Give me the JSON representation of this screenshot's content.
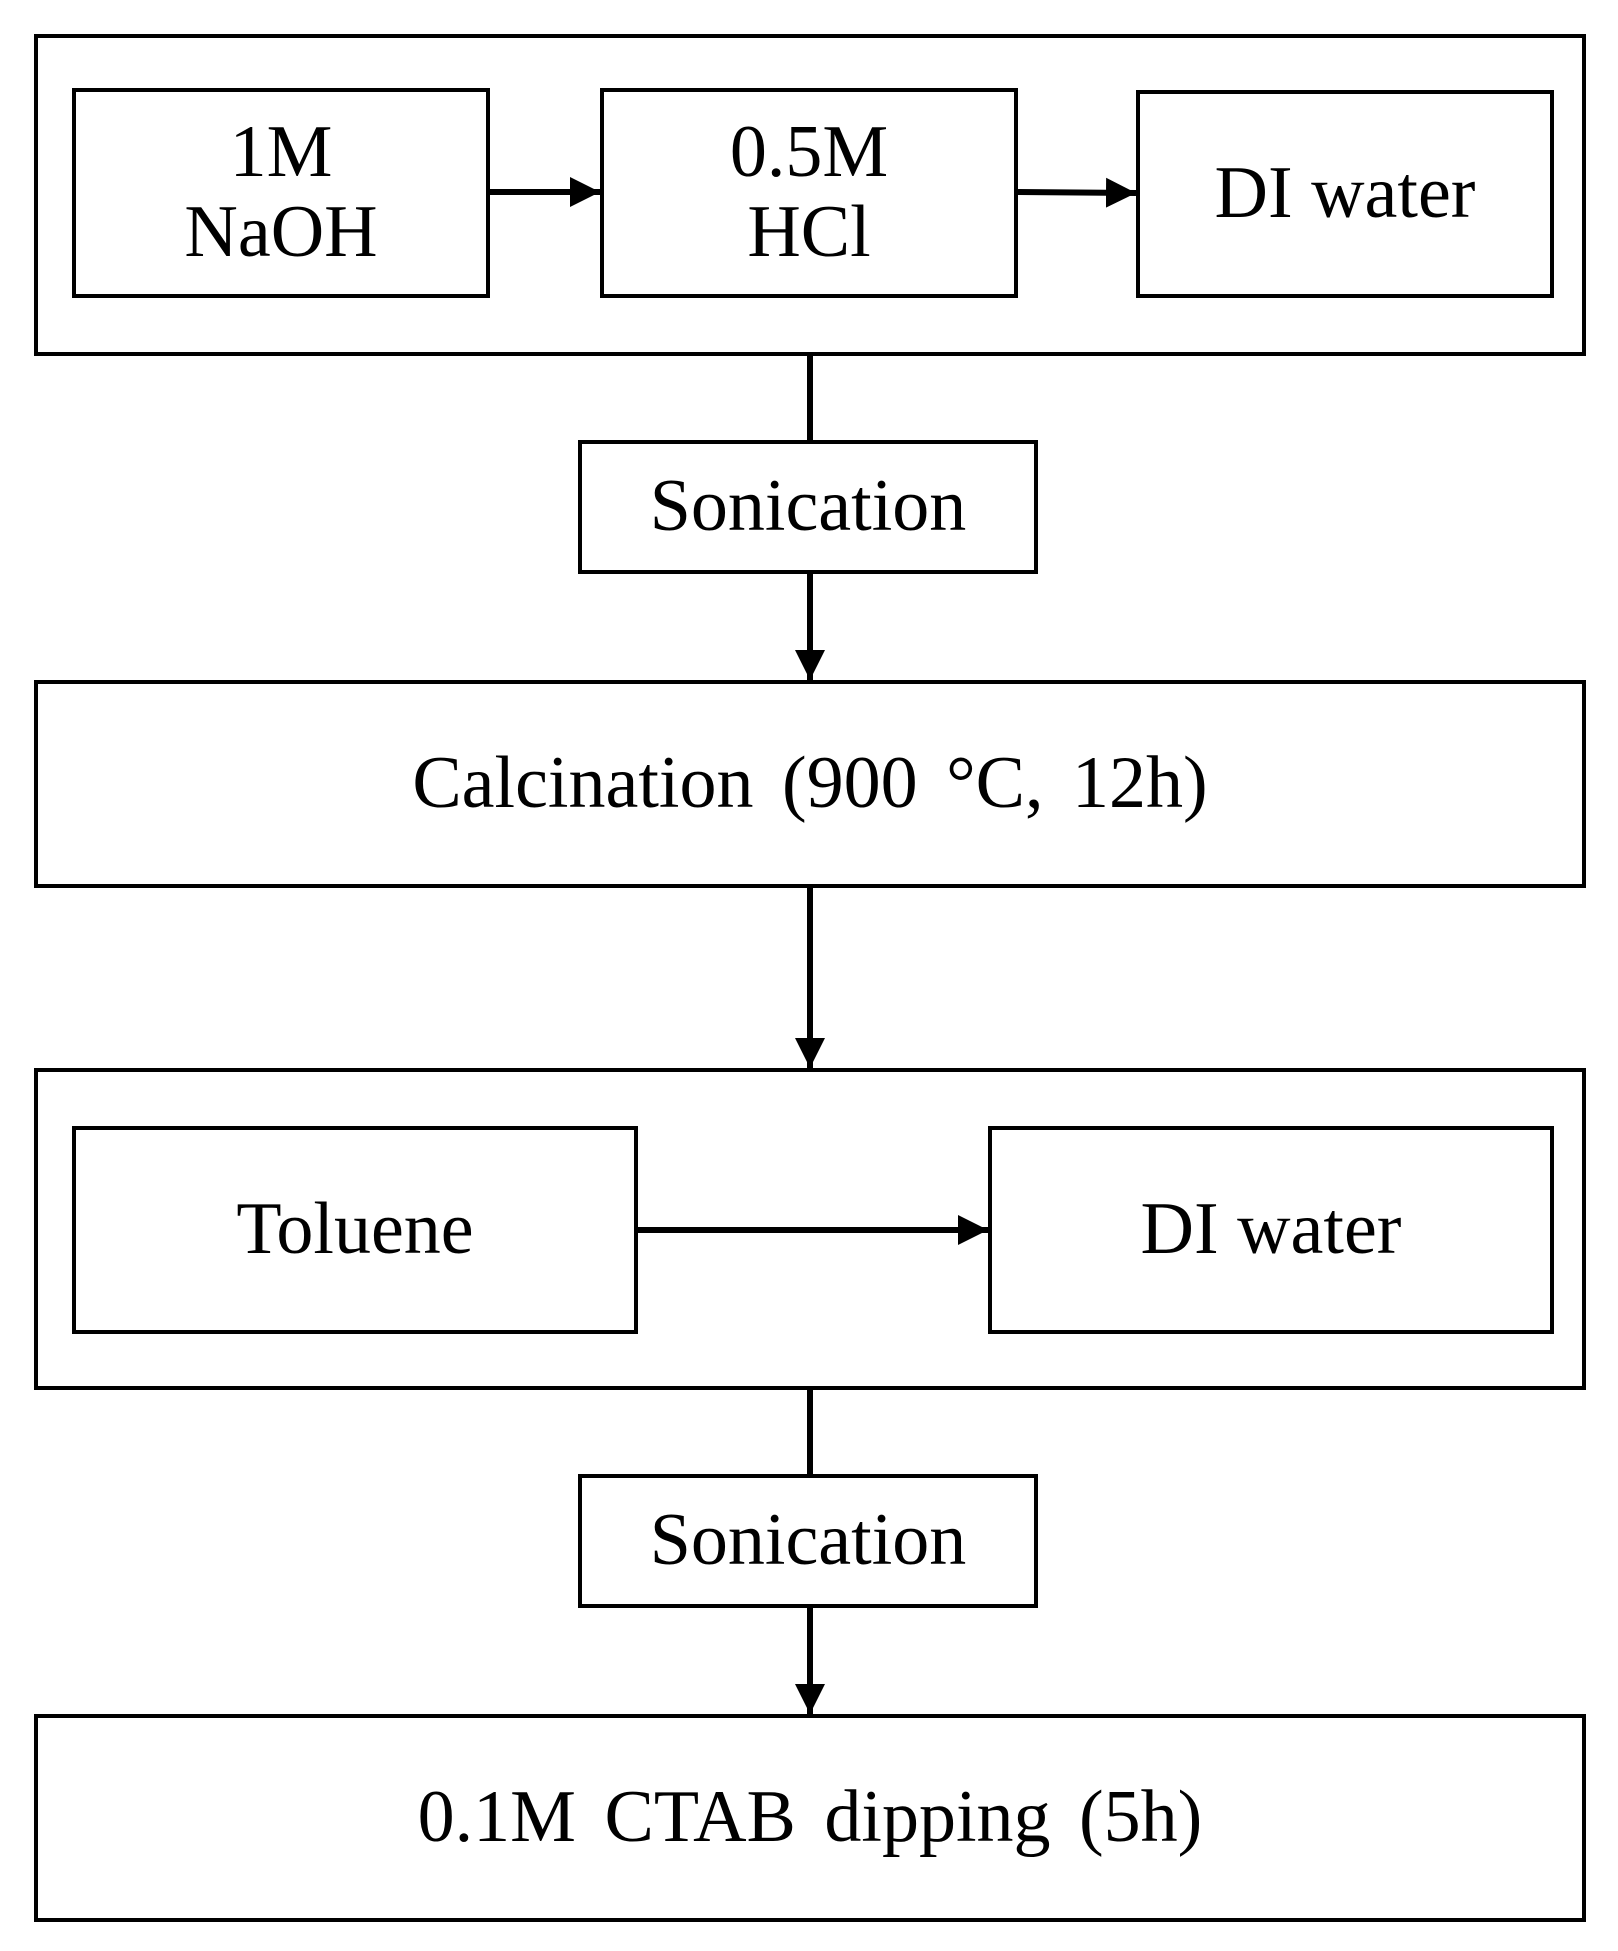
{
  "diagram": {
    "washing_group_1": {
      "step_naoh": {
        "line1": "1M",
        "line2": "NaOH"
      },
      "step_hcl": {
        "line1": "0.5M",
        "line2": "HCl"
      },
      "step_di_water": "DI water"
    },
    "sonication_1": "Sonication",
    "calcination": "Calcination (900 °C, 12h)",
    "washing_group_2": {
      "step_toluene": "Toluene",
      "step_di_water": "DI water"
    },
    "sonication_2": "Sonication",
    "ctab": "0.1M CTAB dipping (5h)",
    "colors": {
      "stroke": "#000000",
      "background": "#ffffff"
    }
  }
}
